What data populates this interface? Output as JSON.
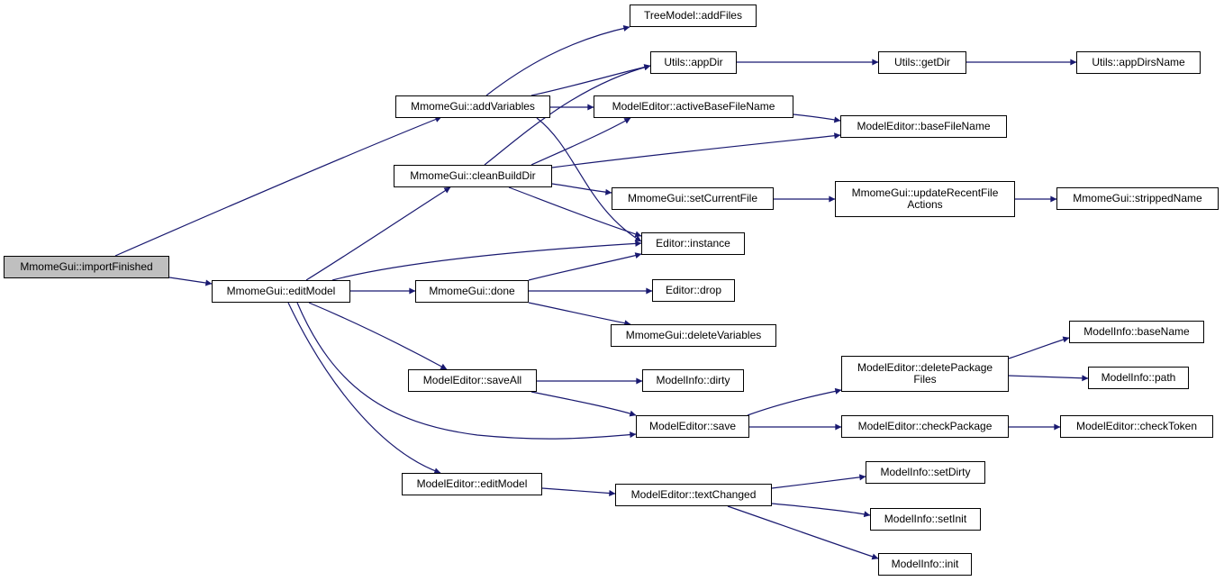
{
  "colors": {
    "edge": "#191970",
    "node_border": "#000000",
    "root_fill": "#bfbfbf",
    "node_fill": "#ffffff"
  },
  "nodes": {
    "importFinished": {
      "label": "MmomeGui::importFinished"
    },
    "guiEditModel": {
      "label": "MmomeGui::editModel"
    },
    "addVariables": {
      "label": "MmomeGui::addVariables"
    },
    "cleanBuildDir": {
      "label": "MmomeGui::cleanBuildDir"
    },
    "treeAddFiles": {
      "label": "TreeModel::addFiles"
    },
    "appDir": {
      "label": "Utils::appDir"
    },
    "getDir": {
      "label": "Utils::getDir"
    },
    "appDirsName": {
      "label": "Utils::appDirsName"
    },
    "activeBaseFileName": {
      "label": "ModelEditor::activeBaseFileName"
    },
    "baseFileName": {
      "label": "ModelEditor::baseFileName"
    },
    "setCurrentFile": {
      "label": "MmomeGui::setCurrentFile"
    },
    "updateRecentFileActions": {
      "label_line1": "MmomeGui::updateRecentFile",
      "label_line2": "Actions"
    },
    "strippedName": {
      "label": "MmomeGui::strippedName"
    },
    "editorInstance": {
      "label": "Editor::instance"
    },
    "guiDone": {
      "label": "MmomeGui::done"
    },
    "editorDrop": {
      "label": "Editor::drop"
    },
    "deleteVariables": {
      "label": "MmomeGui::deleteVariables"
    },
    "saveAll": {
      "label": "ModelEditor::saveAll"
    },
    "infoDirty": {
      "label": "ModelInfo::dirty"
    },
    "deletePackageFiles": {
      "label_line1": "ModelEditor::deletePackage",
      "label_line2": "Files"
    },
    "infoBaseName": {
      "label": "ModelInfo::baseName"
    },
    "infoPath": {
      "label": "ModelInfo::path"
    },
    "editorSave": {
      "label": "ModelEditor::save"
    },
    "checkPackage": {
      "label": "ModelEditor::checkPackage"
    },
    "checkToken": {
      "label": "ModelEditor::checkToken"
    },
    "meEditModel": {
      "label": "ModelEditor::editModel"
    },
    "textChanged": {
      "label": "ModelEditor::textChanged"
    },
    "setDirty": {
      "label": "ModelInfo::setDirty"
    },
    "setInit": {
      "label": "ModelInfo::setInit"
    },
    "infoInit": {
      "label": "ModelInfo::init"
    }
  },
  "edges": [
    [
      "importFinished",
      "addVariables"
    ],
    [
      "importFinished",
      "guiEditModel"
    ],
    [
      "addVariables",
      "treeAddFiles"
    ],
    [
      "addVariables",
      "appDir"
    ],
    [
      "addVariables",
      "activeBaseFileName"
    ],
    [
      "addVariables",
      "editorInstance"
    ],
    [
      "cleanBuildDir",
      "appDir"
    ],
    [
      "cleanBuildDir",
      "activeBaseFileName"
    ],
    [
      "cleanBuildDir",
      "baseFileName"
    ],
    [
      "cleanBuildDir",
      "setCurrentFile"
    ],
    [
      "cleanBuildDir",
      "editorInstance"
    ],
    [
      "appDir",
      "getDir"
    ],
    [
      "getDir",
      "appDirsName"
    ],
    [
      "activeBaseFileName",
      "baseFileName"
    ],
    [
      "setCurrentFile",
      "updateRecentFileActions"
    ],
    [
      "updateRecentFileActions",
      "strippedName"
    ],
    [
      "guiEditModel",
      "cleanBuildDir"
    ],
    [
      "guiEditModel",
      "editorInstance"
    ],
    [
      "guiEditModel",
      "guiDone"
    ],
    [
      "guiEditModel",
      "saveAll"
    ],
    [
      "guiEditModel",
      "editorSave"
    ],
    [
      "guiEditModel",
      "meEditModel"
    ],
    [
      "guiDone",
      "editorInstance"
    ],
    [
      "guiDone",
      "editorDrop"
    ],
    [
      "guiDone",
      "deleteVariables"
    ],
    [
      "saveAll",
      "infoDirty"
    ],
    [
      "saveAll",
      "editorSave"
    ],
    [
      "editorSave",
      "deletePackageFiles"
    ],
    [
      "editorSave",
      "checkPackage"
    ],
    [
      "deletePackageFiles",
      "infoBaseName"
    ],
    [
      "deletePackageFiles",
      "infoPath"
    ],
    [
      "checkPackage",
      "checkToken"
    ],
    [
      "meEditModel",
      "textChanged"
    ],
    [
      "textChanged",
      "setDirty"
    ],
    [
      "textChanged",
      "setInit"
    ],
    [
      "textChanged",
      "infoInit"
    ]
  ]
}
